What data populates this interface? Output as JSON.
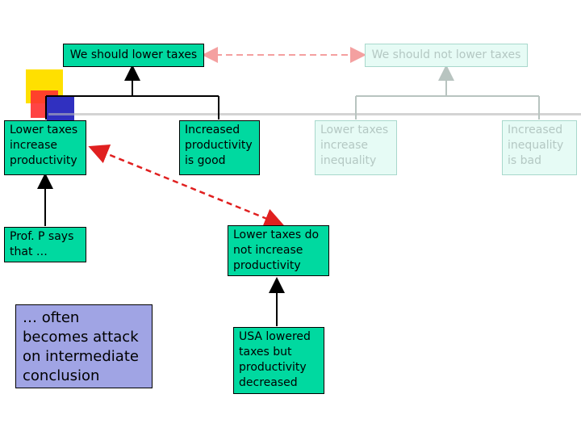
{
  "nodes": {
    "claim_pro": "We should lower taxes",
    "claim_con": "We should not lower taxes",
    "premise_lower_taxes_productivity": "Lower taxes increase productivity",
    "premise_productivity_good": "Increased productivity is good",
    "premise_lower_taxes_inequality": "Lower taxes increase inequality",
    "premise_inequality_bad": "Increased inequality is bad",
    "support_prof_p": "Prof. P says that …",
    "counter_no_productivity": "Lower taxes do not increase productivity",
    "support_usa": "USA lowered taxes but productivity decreased"
  },
  "callout": {
    "text": "… often becomes attack on intermediate conclusion"
  },
  "colors": {
    "node_fill": "#00d9a0",
    "node_faded_fill": "#e6fbf5",
    "callout_fill": "#a0a4e4",
    "conflict_arrow": "#e02020",
    "conflict_arrow_faded": "#f4a0a0"
  }
}
